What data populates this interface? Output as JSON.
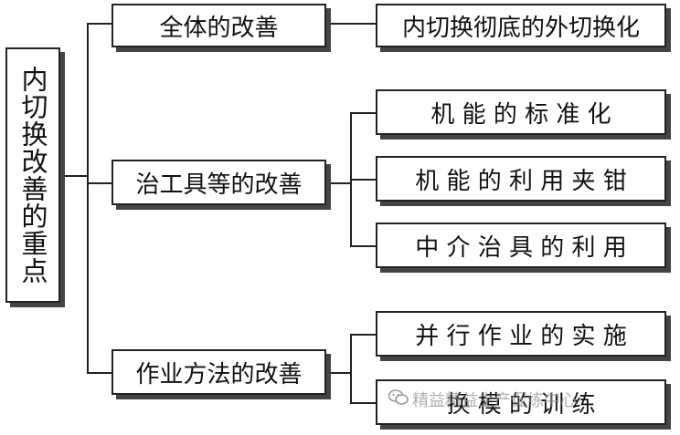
{
  "root": {
    "label": "内切换改善的重点"
  },
  "branches": [
    {
      "label": "全体的改善",
      "children": [
        "内切换彻底的外切换化"
      ]
    },
    {
      "label": "治工具等的改善",
      "children": [
        "机 能 的 标 准 化",
        "机 能 的 利 用 夹 钳",
        "中 介 治 具 的 利 用"
      ]
    },
    {
      "label": "作业方法的改善",
      "children": [
        "并 行 作 业 的 实 施",
        "换 模 的 训 练"
      ]
    }
  ],
  "watermark": {
    "text": "精益精益生产促练中心",
    "icon": "wechat-icon"
  }
}
